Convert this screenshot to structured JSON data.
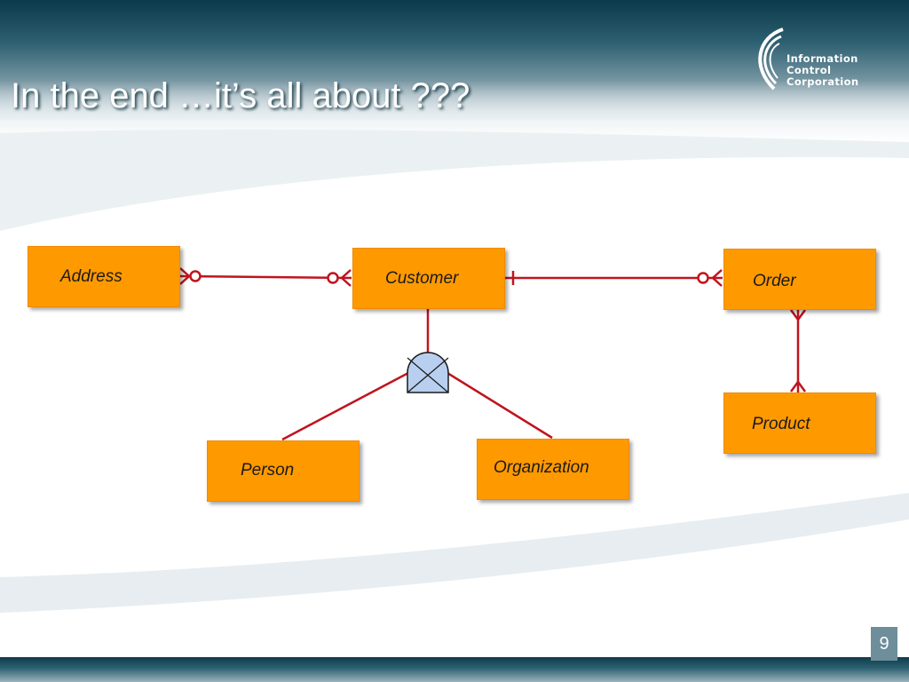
{
  "slide": {
    "title": "In the end …it’s all about  ???",
    "page_number": "9"
  },
  "logo": {
    "line1": "Information",
    "line2": "Control",
    "line3": "Corporation"
  },
  "diagram": {
    "entities": {
      "address": "Address",
      "customer": "Customer",
      "order": "Order",
      "product": "Product",
      "person": "Person",
      "organization": "Organization"
    }
  },
  "colors": {
    "entity_fill": "#ff9900",
    "relationship_line": "#c0141e",
    "header_dark": "#0b3a4a",
    "subtype_fill": "#b8cff0"
  }
}
